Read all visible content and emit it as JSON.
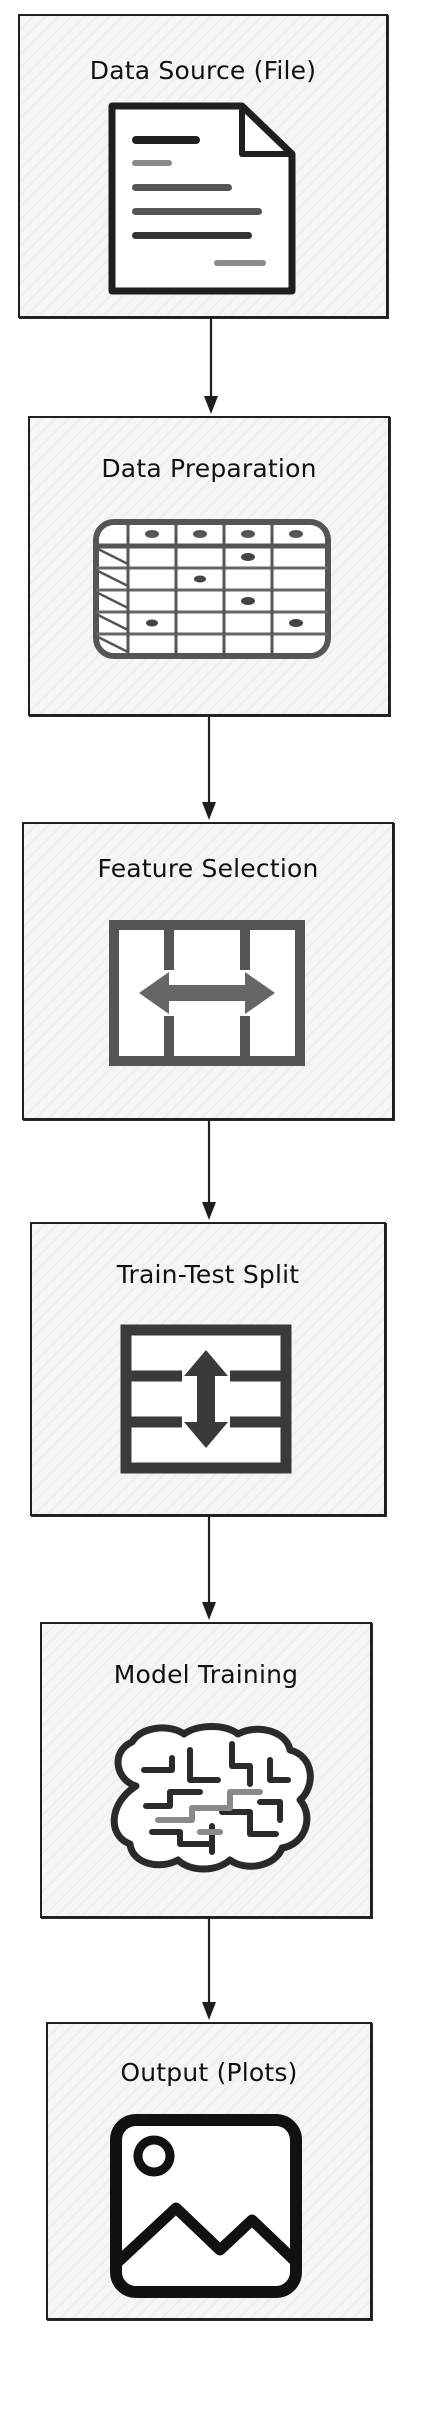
{
  "diagram": {
    "steps": [
      {
        "title": "Data Source (File)",
        "icon": "document-icon"
      },
      {
        "title": "Data Preparation",
        "icon": "table-icon"
      },
      {
        "title": "Feature Selection",
        "icon": "horizontal-arrows-icon"
      },
      {
        "title": "Train-Test Split",
        "icon": "vertical-arrows-icon"
      },
      {
        "title": "Model Training",
        "icon": "brain-icon"
      },
      {
        "title": "Output (Plots)",
        "icon": "image-icon"
      }
    ]
  },
  "colors": {
    "stroke": "#1f1f1f",
    "box_fill": "#f5f5f5",
    "icon_dark": "#333333",
    "icon_gray": "#8a8a8a"
  }
}
